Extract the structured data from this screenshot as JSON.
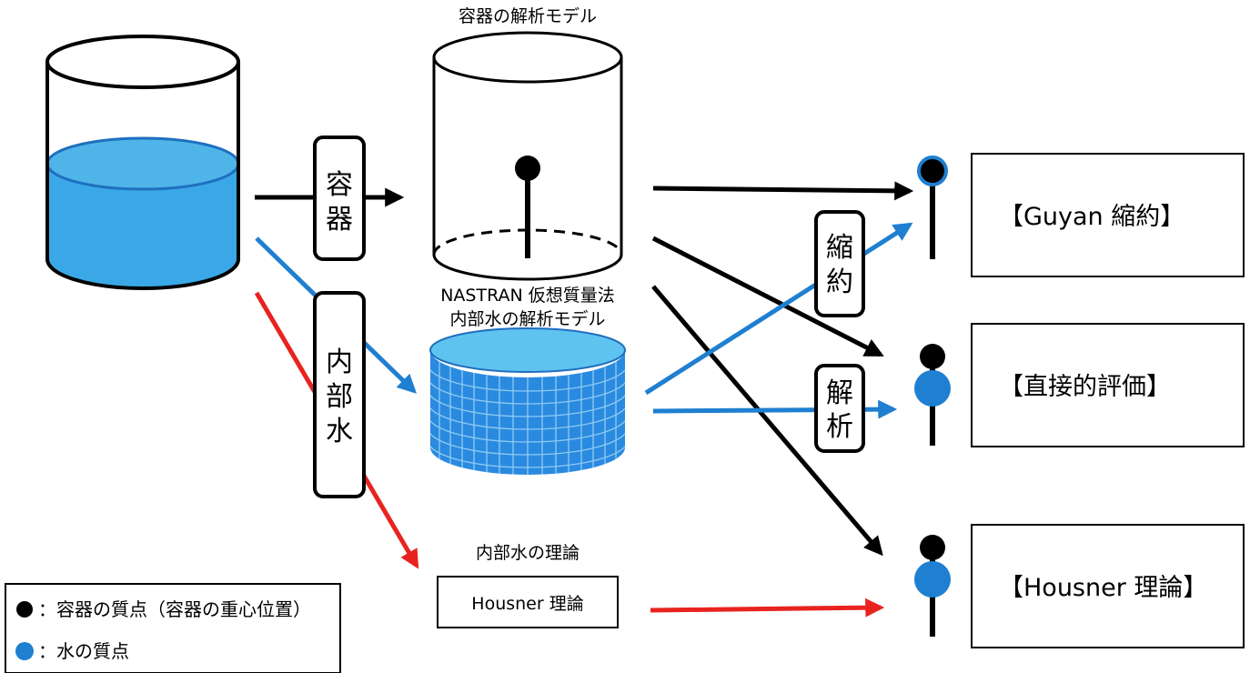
{
  "colors": {
    "black": "#000000",
    "water_blue": "#1f7fd0",
    "water_light": "#4fb4e8",
    "mesh_blue": "#2a8ae0",
    "mesh_line": "#9fd4f5",
    "arrow_blue": "#1f7fd0",
    "arrow_red": "#e8231f"
  },
  "vessel_model": {
    "title": "容器の解析モデル"
  },
  "water_model": {
    "title_line1": "NASTRAN 仮想質量法",
    "title_line2": "内部水の解析モデル"
  },
  "theory": {
    "title": "内部水の理論",
    "box_label": "Housner 理論"
  },
  "step_labels": {
    "vessel": [
      "容",
      "器"
    ],
    "water": [
      "内",
      "部",
      "水"
    ],
    "reduction": [
      "縮",
      "約"
    ],
    "analysis": [
      "解",
      "析"
    ]
  },
  "results": {
    "guyan": "【Guyan 縮約】",
    "direct": "【直接的評価】",
    "housner": "【Housner 理論】"
  },
  "legend": {
    "vessel_mass": "：容器の質点（容器の重心位置）",
    "water_mass": "：水の質点"
  }
}
